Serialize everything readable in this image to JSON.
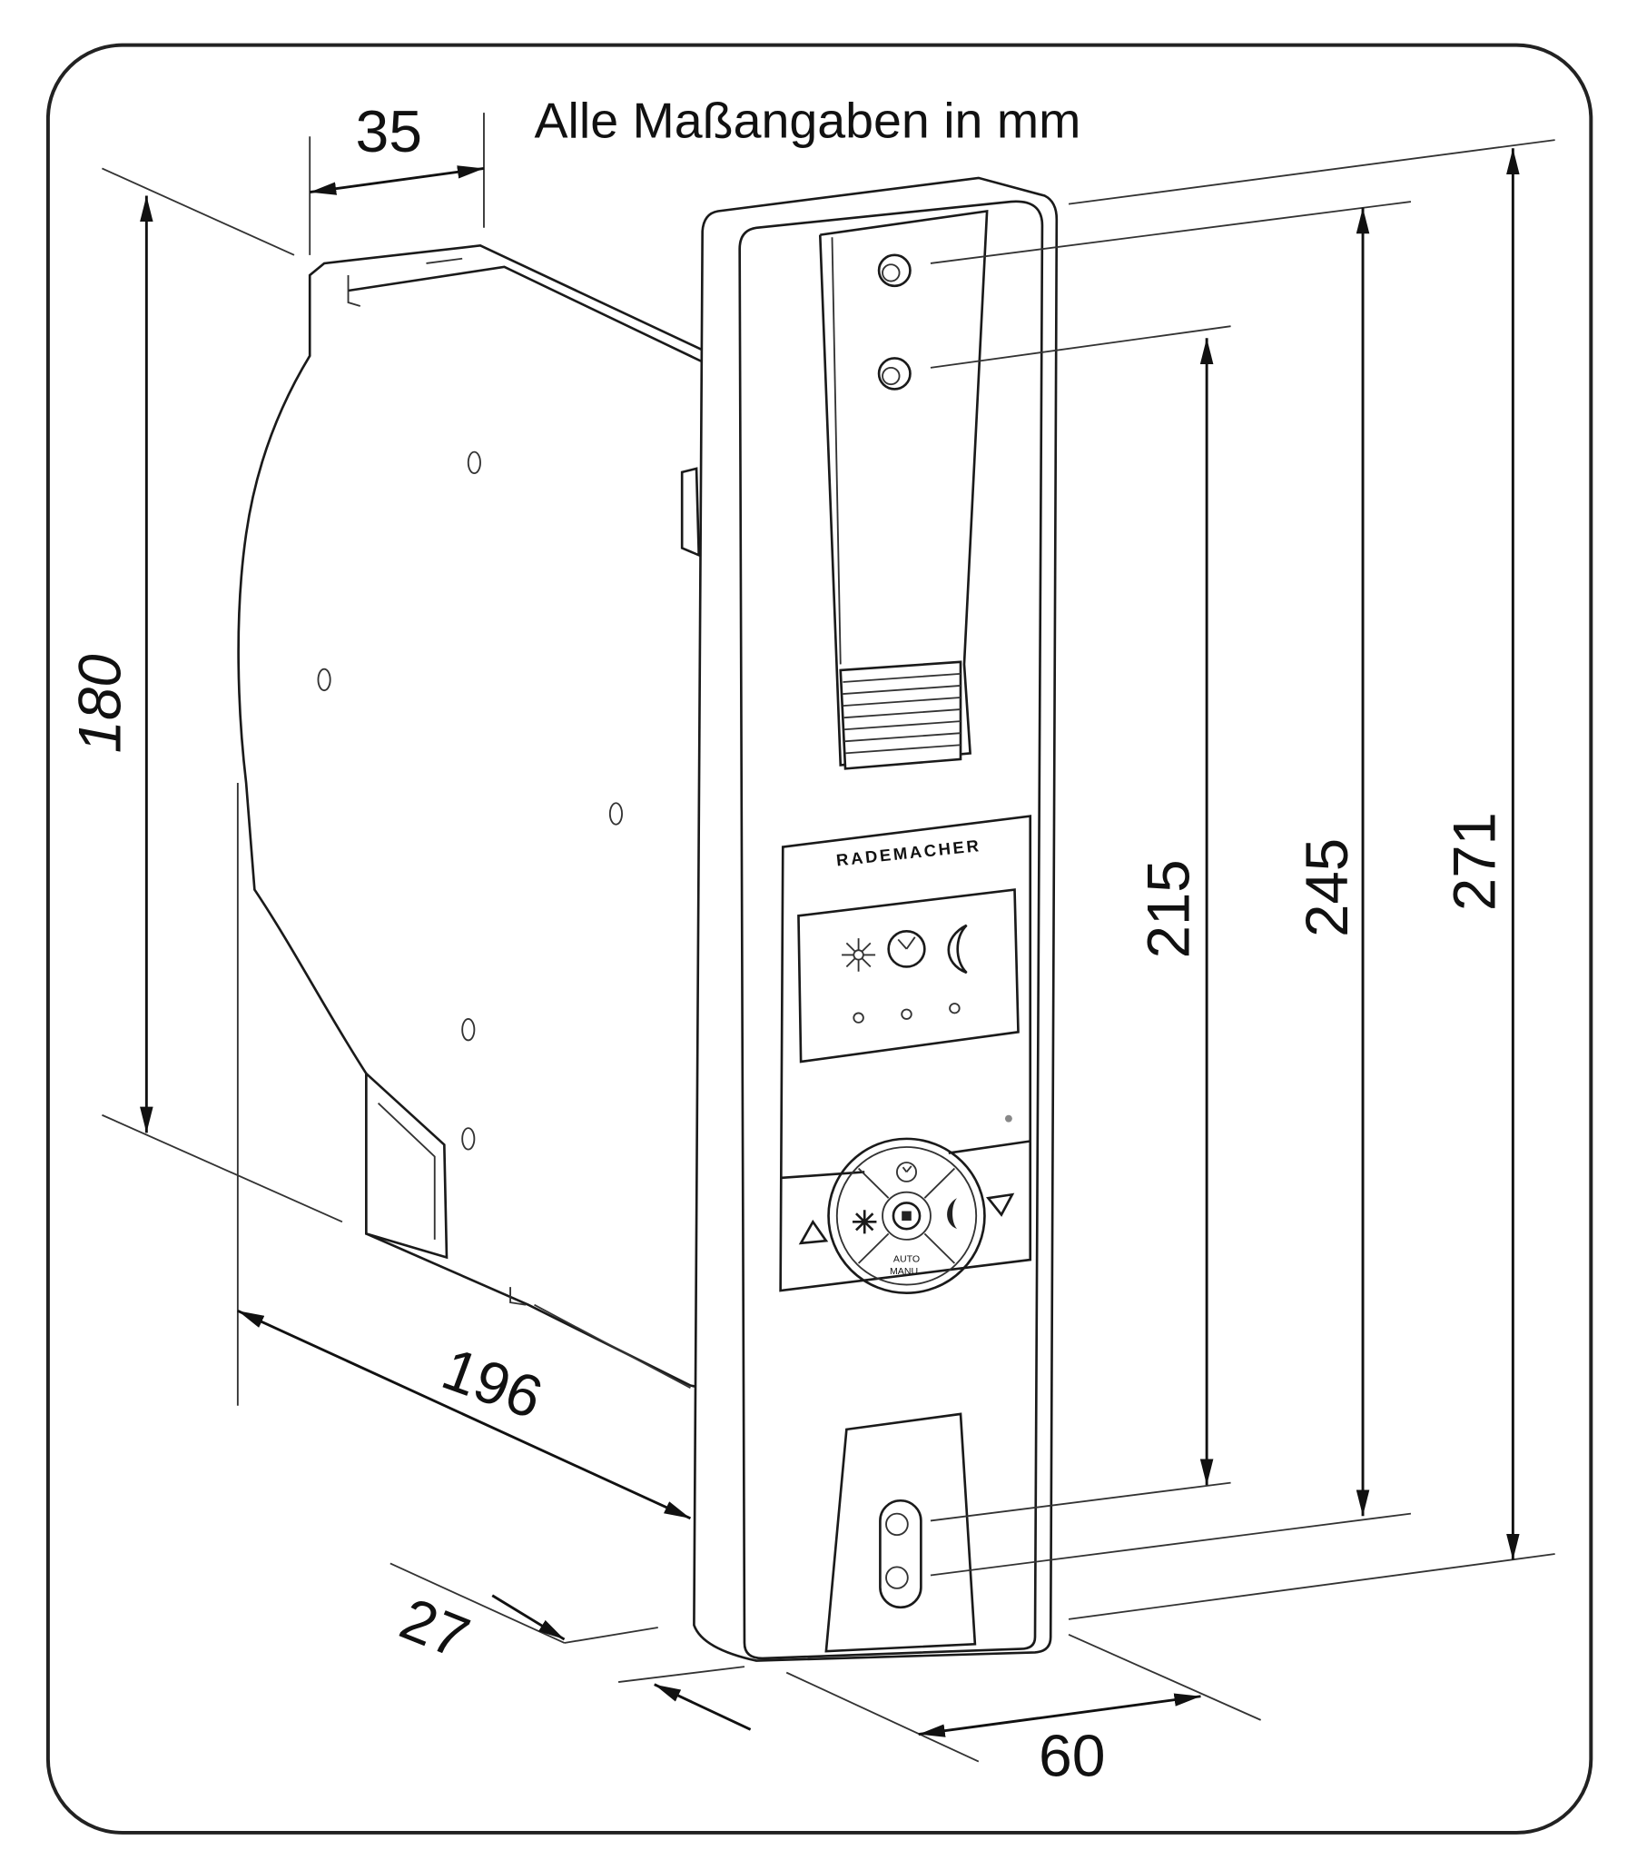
{
  "title": "Alle Maßangaben in mm",
  "dimensions": {
    "depth_top": "35",
    "height_side": "180",
    "length_side": "196",
    "depth_bottom": "27",
    "width_front": "60",
    "hole_spacing_inner": "215",
    "hole_spacing_outer": "245",
    "total_height": "271"
  },
  "device": {
    "brand": "RADEMACHER",
    "mode_label_1": "AUTO",
    "mode_label_2": "MANU"
  },
  "colors": {
    "line": "#1a1a1a",
    "background": "#ffffff"
  }
}
